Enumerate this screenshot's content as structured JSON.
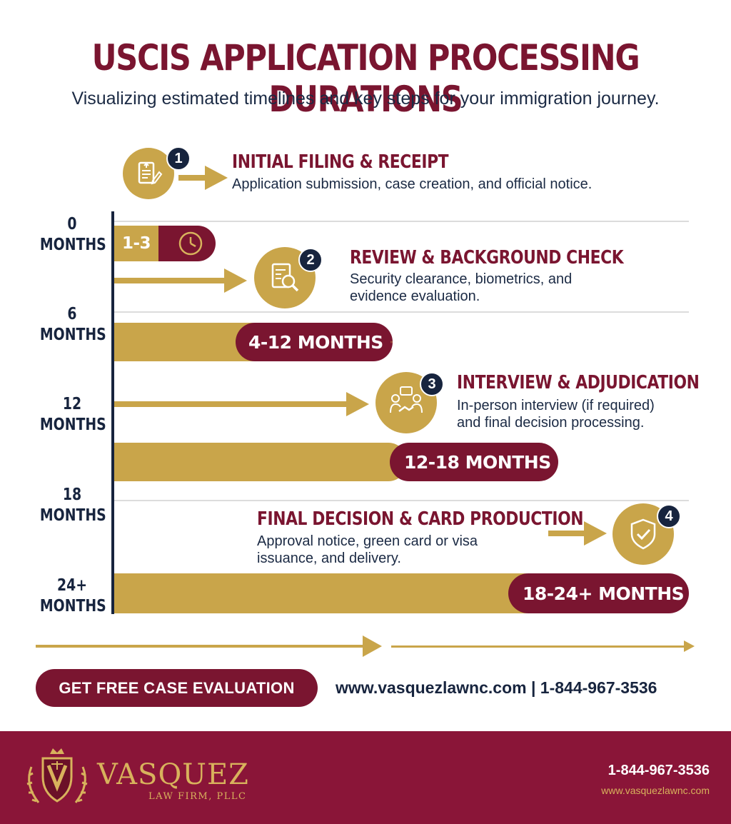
{
  "header": {
    "title": "USCIS APPLICATION PROCESSING DURATIONS",
    "subtitle": "Visualizing estimated timelines and key steps for your immigration journey."
  },
  "timeline": {
    "months": [
      {
        "value": "0",
        "unit": "MONTHS"
      },
      {
        "value": "6",
        "unit": "MONTHS"
      },
      {
        "value": "12",
        "unit": "MONTHS"
      },
      {
        "value": "18",
        "unit": "MONTHS"
      },
      {
        "value": "24+",
        "unit": "MONTHS"
      }
    ],
    "durations": [
      "1-3",
      "4-12 MONTHS",
      "12-18 MONTHS",
      "18-24+ MONTHS"
    ]
  },
  "steps": [
    {
      "number": "1",
      "icon": "document-edit-icon",
      "title": "INITIAL FILING & RECEIPT",
      "desc_lines": [
        "Application submission, case creation, and official notice."
      ]
    },
    {
      "number": "2",
      "icon": "document-search-icon",
      "title": "REVIEW & BACKGROUND CHECK",
      "desc_lines": [
        "Security clearance, biometrics, and",
        "evidence evaluation."
      ]
    },
    {
      "number": "3",
      "icon": "interview-handshake-icon",
      "title": "INTERVIEW & ADJUDICATION",
      "desc_lines": [
        "In-person interview (if required)",
        "and final decision processing."
      ]
    },
    {
      "number": "4",
      "icon": "shield-check-icon",
      "title": "FINAL DECISION & CARD PRODUCTION",
      "desc_lines": [
        "Approval notice, green card or visa",
        "issuance, and delivery."
      ]
    }
  ],
  "cta": {
    "button_label": "GET FREE CASE EVALUATION",
    "contact": "www.vasquezlawnc.com | 1-844-967-3536"
  },
  "footer": {
    "brand_name": "VASQUEZ",
    "brand_sub": "LAW FIRM, PLLC",
    "phone": "1-844-967-3536",
    "website": "www.vasquezlawnc.com"
  },
  "colors": {
    "maroon": "#7a1530",
    "gold": "#c9a54a",
    "navy": "#17243e",
    "footer": "#8a1538"
  }
}
